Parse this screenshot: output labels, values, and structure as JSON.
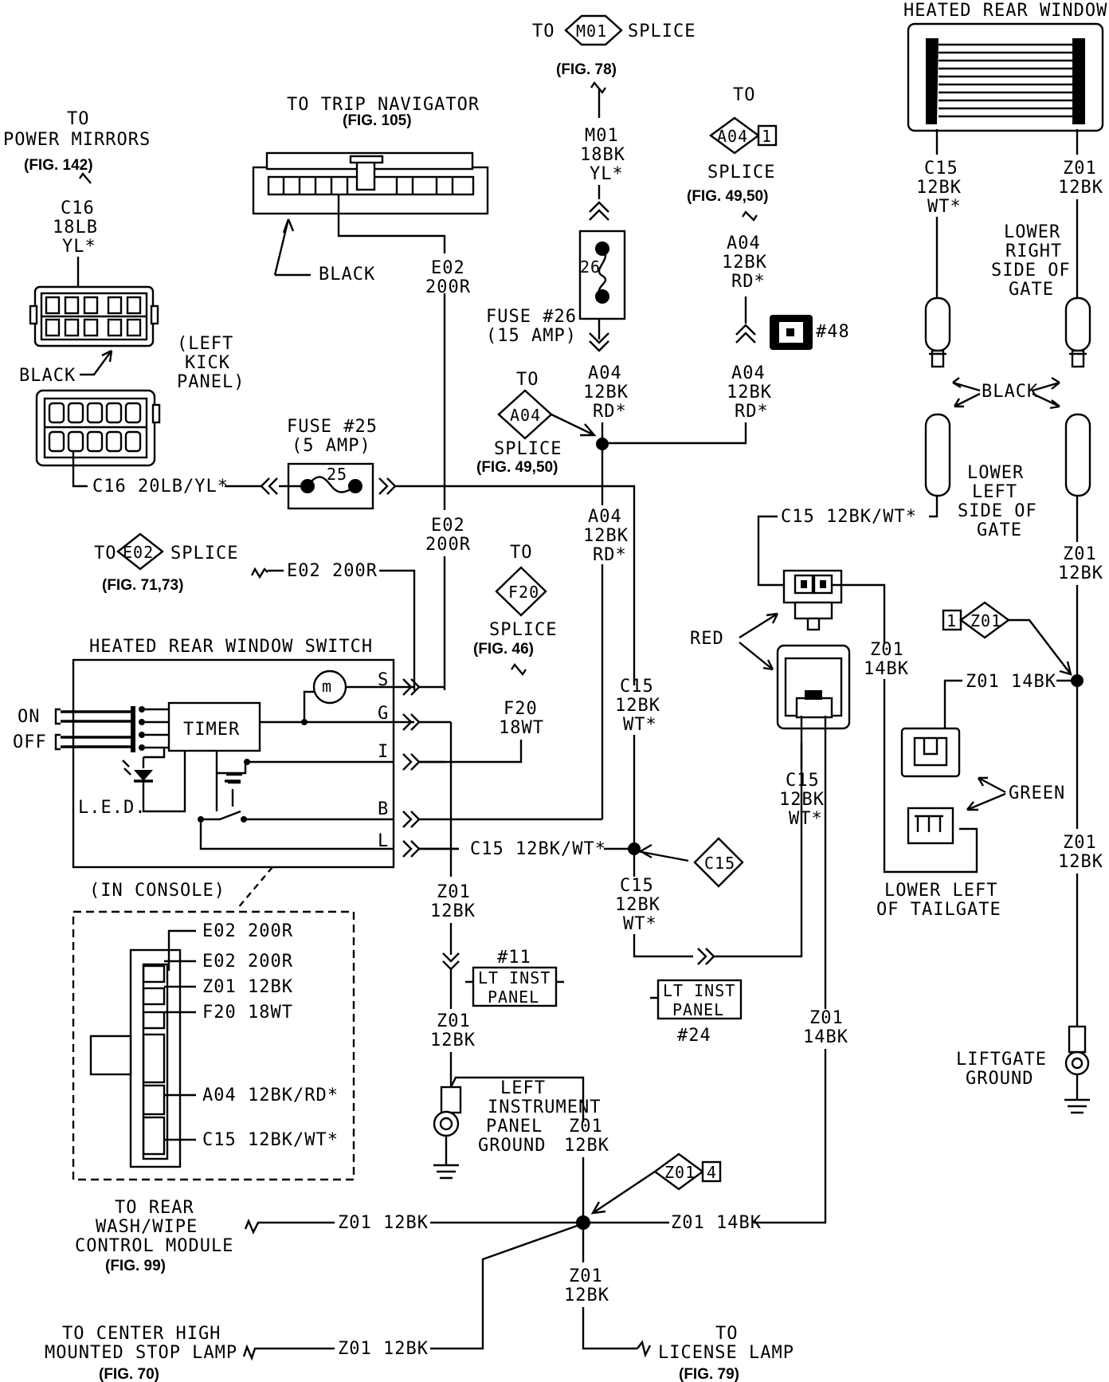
{
  "labels": {
    "to_m01_pre": "TO",
    "m01_tag": "M01",
    "to_m01_splice": "SPLICE",
    "fig78": "(FIG. 78)",
    "m01_wire": "M01",
    "m01_gauge": "18BK",
    "m01_color": "YL*",
    "fuse26_num": "26",
    "fuse26_name": "FUSE #26",
    "fuse26_amp": "(15 AMP)",
    "trip_to": "TO TRIP NAVIGATOR",
    "fig105": "(FIG. 105)",
    "black1": "BLACK",
    "e02_a": "E02",
    "e02_a_g": "200R",
    "to_a04_r": "TO",
    "a04_tag_r": "A04",
    "a04_tag_r_pin": "1",
    "splice_r": "SPLICE",
    "fig4950_r": "(FIG. 49,50)",
    "a04_r1": "A04",
    "a04_r1_g": "12BK",
    "a04_r1_c": "RD*",
    "c48": "#48",
    "a04_r2": "A04",
    "a04_r2_g": "12BK",
    "a04_r2_c": "RD*",
    "a04_m": "A04",
    "a04_m_g": "12BK",
    "a04_m_c": "RD*",
    "to_a04_l": "TO",
    "a04_tag_l": "A04",
    "splice_l": "SPLICE",
    "fig4950_l": "(FIG. 49,50)",
    "pm_to": "TO",
    "pm_name": "POWER MIRRORS",
    "fig142": "(FIG. 142)",
    "c16": "C16",
    "c16_g": "18LB",
    "c16_c": "YL*",
    "left_kick_1": "(LEFT",
    "left_kick_2": "KICK",
    "left_kick_3": "PANEL)",
    "black2": "BLACK",
    "fuse25_name": "FUSE #25",
    "fuse25_amp": "(5 AMP)",
    "fuse25_num": "25",
    "c16_wire": "C16 20LB/YL*",
    "e02_b": "E02",
    "e02_b_g": "200R",
    "a04_b": "A04",
    "a04_b_g": "12BK",
    "a04_b_c": "RD*",
    "to_e02_pre": "TO",
    "e02_tag": "E02",
    "e02_splice": "SPLICE",
    "fig7173": "(FIG. 71,73)",
    "e02_wire": "E02 200R",
    "to_f20": "TO",
    "f20_tag": "F20",
    "f20_splice": "SPLICE",
    "fig46": "(FIG. 46)",
    "f20_wire": "F20",
    "f20_g": "18WT",
    "hrw_switch": "HEATED REAR WINDOW SWITCH",
    "on": "ON",
    "off": "OFF",
    "timer": "TIMER",
    "led": "L.E.D.",
    "pin_s": "S",
    "pin_g": "G",
    "pin_i": "I",
    "pin_b": "B",
    "pin_l": "L",
    "in_console": "(IN CONSOLE)",
    "c15_a": "C15",
    "c15_a_g": "12BK",
    "c15_a_c": "WT*",
    "c15_wire": "C15 12BK/WT*",
    "c15_tag": "C15",
    "c15_b": "C15",
    "c15_b_g": "12BK",
    "c15_b_c": "WT*",
    "z01_a": "Z01",
    "z01_a_g": "12BK",
    "c11": "#11",
    "lt_inst_1a": "LT INST",
    "lt_inst_1b": "PANEL",
    "lt_inst_2a": "LT INST",
    "lt_inst_2b": "PANEL",
    "c24": "#24",
    "z01_b": "Z01",
    "z01_b_g": "12BK",
    "lipg_1": "LEFT",
    "lipg_2": "INSTRUMENT",
    "lipg_3": "PANEL",
    "lipg_4": "GROUND",
    "z01_c": "Z01",
    "z01_c_g": "12BK",
    "z01_d": "Z01",
    "z01_d_g": "14BK",
    "cn_e02_1": "E02 200R",
    "cn_e02_2": "E02 200R",
    "cn_z01": "Z01 12BK",
    "cn_f20": "F20 18WT",
    "cn_a04": "A04 12BK/RD*",
    "cn_c15": "C15 12BK/WT*",
    "rww_1": "TO REAR",
    "rww_2": "WASH/WIPE",
    "rww_3": "CONTROL MODULE",
    "fig99": "(FIG. 99)",
    "z01_rww": "Z01 12BK",
    "z01_tag4": "Z01",
    "z01_tag4_pin": "4",
    "z01_14bk_h": "Z01 14BK",
    "z01_e": "Z01",
    "z01_e_g": "12BK",
    "chms_1": "TO CENTER HIGH",
    "chms_2": "MOUNTED STOP LAMP",
    "fig70": "(FIG. 70)",
    "z01_chms": "Z01 12BK",
    "ll_to": "TO",
    "ll_name": "LICENSE LAMP",
    "fig79": "(FIG. 79)",
    "hrw_title": "HEATED REAR WINDOW",
    "c15_r": "C15",
    "c15_r_g": "12BK",
    "c15_r_c": "WT*",
    "z01_r": "Z01",
    "z01_r_g": "12BK",
    "lrsg_1": "LOWER",
    "lrsg_2": "RIGHT",
    "lrsg_3": "SIDE OF",
    "lrsg_4": "GATE",
    "black3": "BLACK",
    "llsg_1": "LOWER",
    "llsg_2": "LEFT",
    "llsg_3": "SIDE OF",
    "llsg_4": "GATE",
    "c15_wire_r": "C15 12BK/WT*",
    "z01_r2": "Z01",
    "z01_r2_g": "12BK",
    "red": "RED",
    "z01_f": "Z01",
    "z01_f_g": "14BK",
    "z01_tag1_pin": "1",
    "z01_tag1": "Z01",
    "z01_14bk_r": "Z01 14BK",
    "c15_c": "C15",
    "c15_c_g": "12BK",
    "c15_c_c": "WT*",
    "green": "GREEN",
    "llt_1": "LOWER LEFT",
    "llt_2": "OF TAILGATE",
    "z01_r3": "Z01",
    "z01_r3_g": "12BK",
    "lg_1": "LIFTGATE",
    "lg_2": "GROUND"
  }
}
